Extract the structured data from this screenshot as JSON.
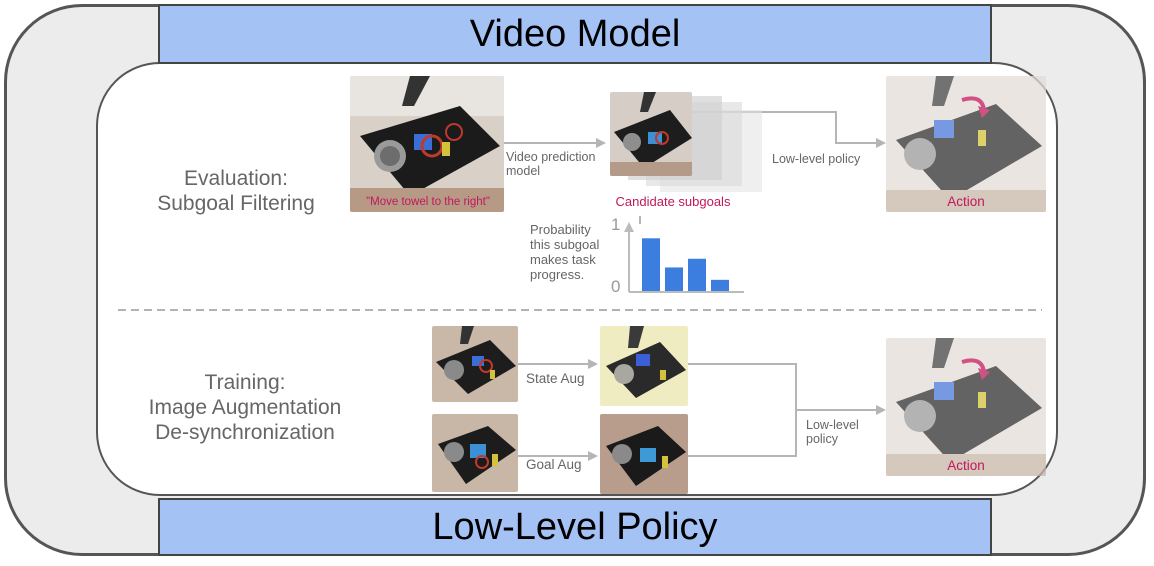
{
  "banners": {
    "top": "Video Model",
    "bottom": "Low-Level Policy"
  },
  "evaluation": {
    "title_line1": "Evaluation:",
    "title_line2": "Subgoal Filtering",
    "instruction": "\"Move towel to the right\"",
    "video_model_label_line1": "Video prediction",
    "video_model_label_line2": "model",
    "candidates_label": "Candidate subgoals",
    "policy_label": "Low-level policy",
    "action_label": "Action",
    "chart_ylabel_lines": [
      "Probability",
      "this subgoal",
      "makes task",
      "progress."
    ],
    "chart_tick_top": "1",
    "chart_tick_bottom": "0"
  },
  "training": {
    "title_line1": "Training:",
    "title_line2": "Image Augmentation",
    "title_line3": "De-synchronization",
    "state_aug_label": "State Aug",
    "goal_aug_label": "Goal Aug",
    "policy_label_line1": "Low-level",
    "policy_label_line2": "policy",
    "action_label": "Action"
  },
  "colors": {
    "banner_fill": "#a4c2f4",
    "bar_fill": "#3c7ee0",
    "highlight_text": "#c2185b"
  },
  "chart_data": {
    "type": "bar",
    "ylabel": "Probability this subgoal makes task progress.",
    "ylim": [
      0,
      1
    ],
    "values": [
      0.85,
      0.38,
      0.52,
      0.18
    ]
  }
}
